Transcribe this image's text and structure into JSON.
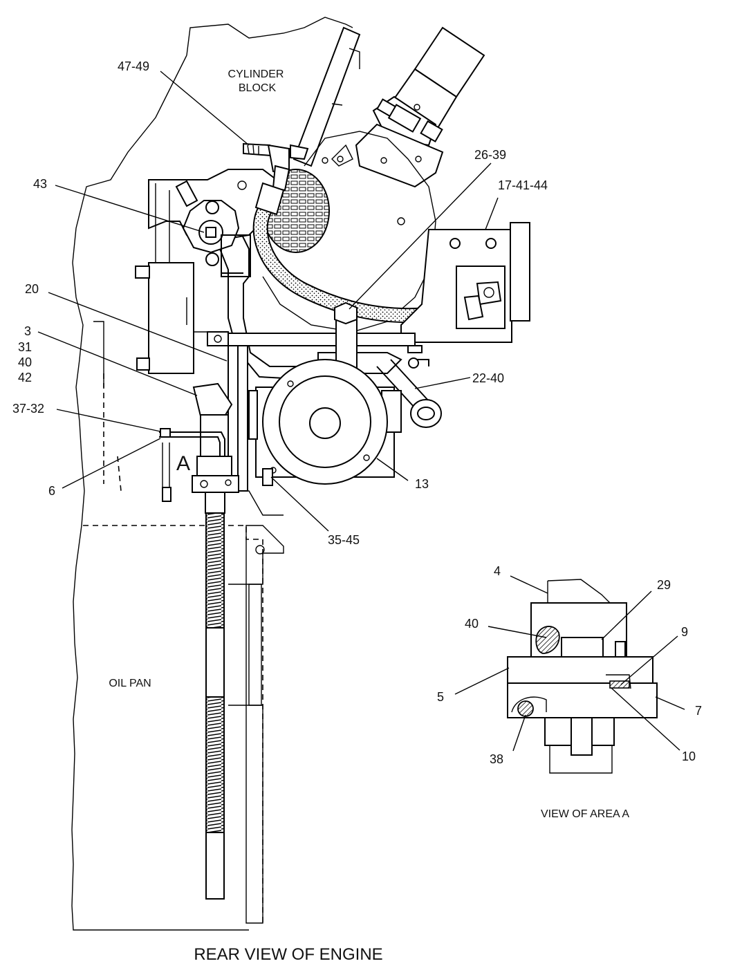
{
  "labels": {
    "l47_49": "47-49",
    "l43": "43",
    "l26_39": "26-39",
    "l17_41_44": "17-41-44",
    "l20": "20",
    "l3": "3",
    "l31": "31",
    "l40": "40",
    "l42": "42",
    "l37_32": "37-32",
    "l6": "6",
    "l22_40": "22-40",
    "l13": "13",
    "l35_45": "35-45",
    "area_a": "A"
  },
  "detail_labels": {
    "d4": "4",
    "d29": "29",
    "d40": "40",
    "d9": "9",
    "d5": "5",
    "d7": "7",
    "d38": "38",
    "d10": "10"
  },
  "captions": {
    "cylinder_block_1": "CYLINDER",
    "cylinder_block_2": "BLOCK",
    "oil_pan": "OIL PAN",
    "view_area_a": "VIEW OF AREA A",
    "rear_view": "REAR VIEW OF ENGINE"
  }
}
